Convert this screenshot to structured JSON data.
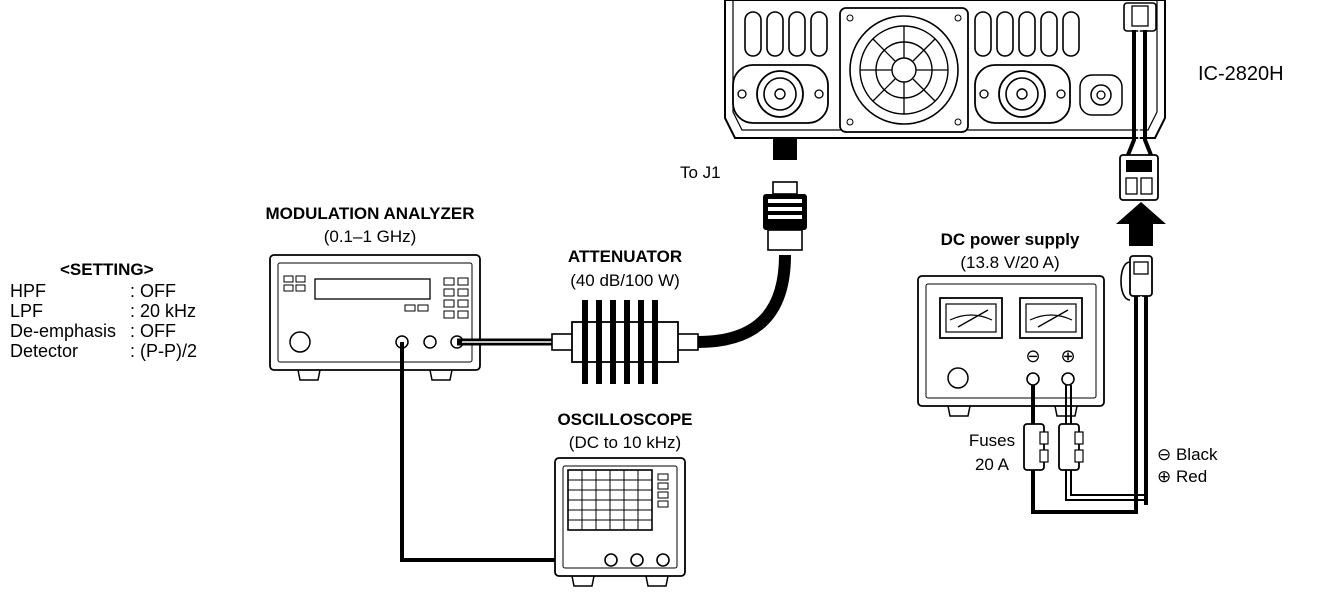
{
  "setting": {
    "title": "<SETTING>",
    "rows": [
      {
        "name": "HPF",
        "value": ": OFF"
      },
      {
        "name": "LPF",
        "value": ": 20 kHz"
      },
      {
        "name": "De-emphasis",
        "value": ": OFF"
      },
      {
        "name": "Detector",
        "value": ": (P-P)/2"
      }
    ]
  },
  "modulation_analyzer": {
    "name": "MODULATION ANALYZER",
    "spec": "(0.1–1 GHz)"
  },
  "attenuator": {
    "name": "ATTENUATOR",
    "spec": "(40 dB/100 W)"
  },
  "oscilloscope": {
    "name": "OSCILLOSCOPE",
    "spec": "(DC to 10 kHz)"
  },
  "dc_power_supply": {
    "name": "DC power supply",
    "spec": "(13.8 V/20 A)",
    "minus_symbol": "⊖",
    "plus_symbol": "⊕"
  },
  "radio": {
    "name": "IC-2820H"
  },
  "connector_label": "To J1",
  "fuses": {
    "line1": "Fuses",
    "line2": "20 A"
  },
  "wires": {
    "black": "⊖ Black",
    "red": "⊕ Red"
  }
}
